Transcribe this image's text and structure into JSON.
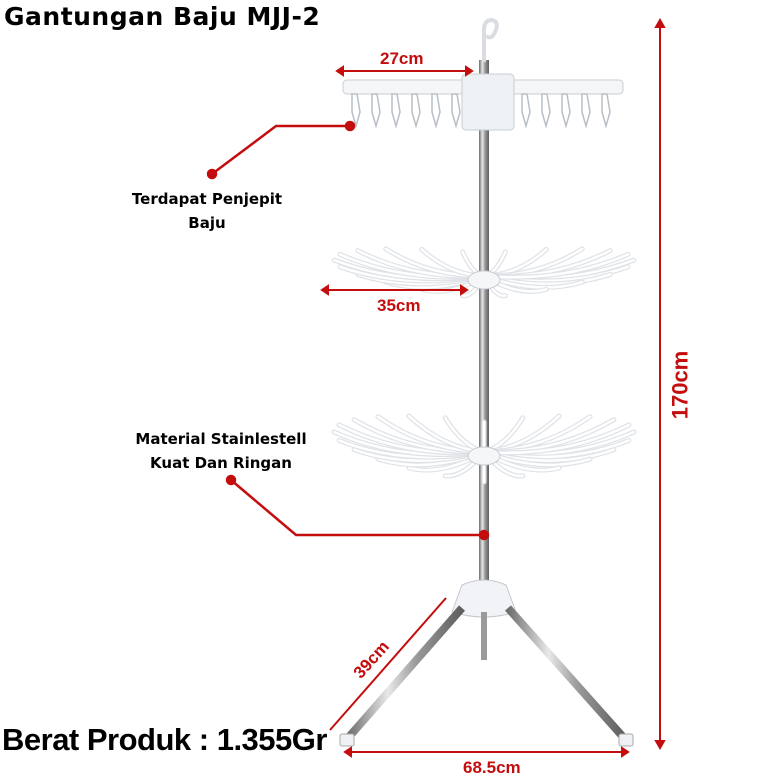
{
  "title": "Gantungan Baju MJJ-2",
  "weight": "Berat Produk : 1.355Gr",
  "notes": {
    "clips": [
      "Terdapat Penjepit",
      "Baju"
    ],
    "material": [
      "Material Stainlestell",
      "Kuat Dan Ringan"
    ]
  },
  "dimensions": {
    "top_width": "27cm",
    "middle_width": "35cm",
    "height": "170cm",
    "leg": "39cm",
    "base": "68.5cm"
  },
  "colors": {
    "accent": "#c40d0d",
    "pole": "#a8a8a8",
    "plastic": "#f4f6f8"
  }
}
